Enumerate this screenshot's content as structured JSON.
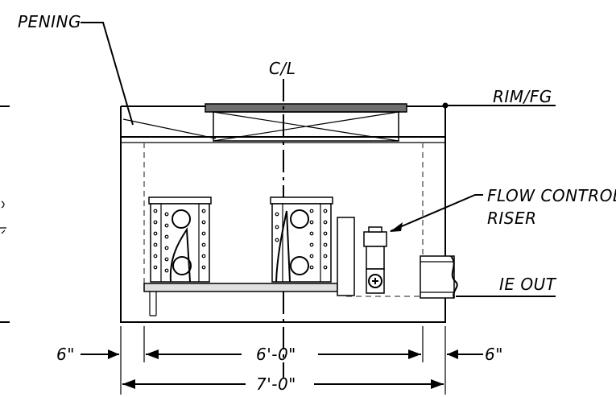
{
  "labels": {
    "opening": "PENING",
    "centerline": "C/L",
    "rim": "RIM/FG",
    "flow_control_line1": "FLOW CONTROL",
    "flow_control_line2": "RISER",
    "ie_out": "IE OUT",
    "wall_left": "6\"",
    "wall_right": "6\"",
    "inner_width": "6'-0\"",
    "outer_width": "7'-0\""
  },
  "colors": {
    "ink": "#000000",
    "hidden_line": "#666666",
    "concrete": "#e0e0e0",
    "lid": "#6e6e6e"
  }
}
